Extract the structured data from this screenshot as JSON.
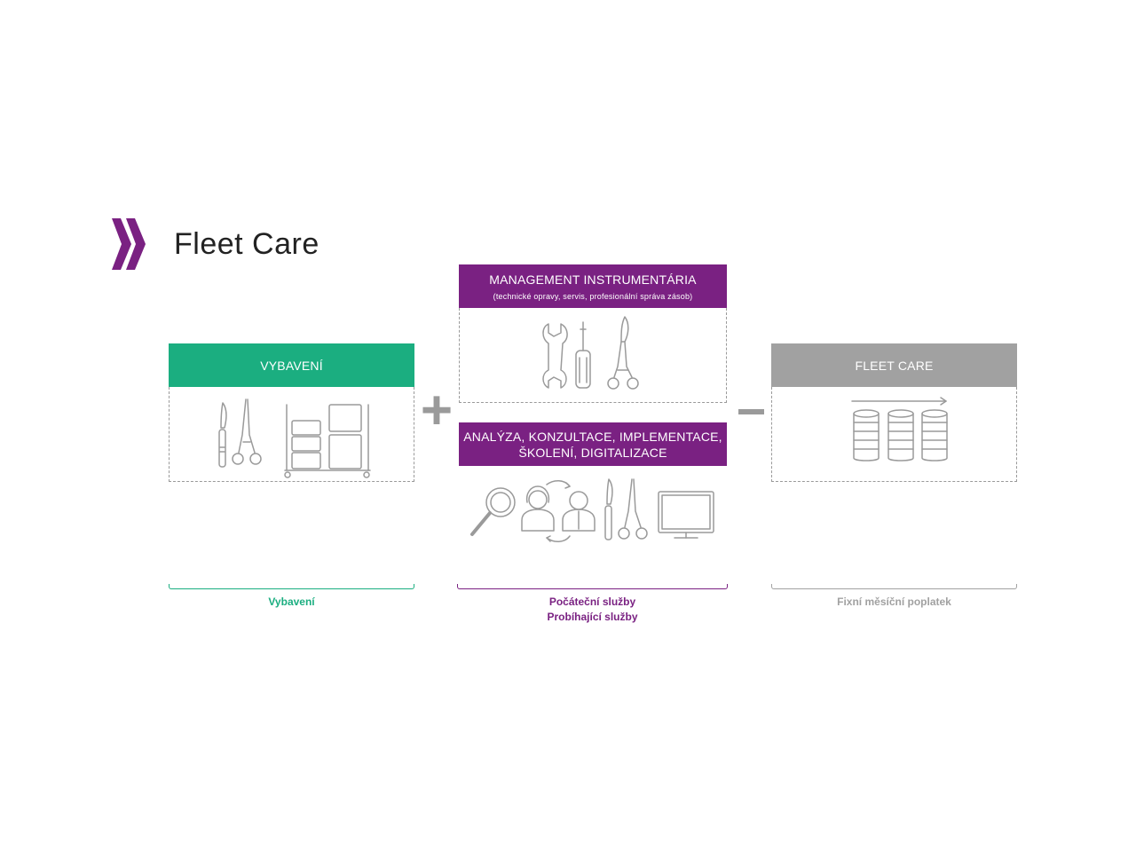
{
  "title": "Fleet Care",
  "colors": {
    "green": "#1bae80",
    "purple": "#7a2182",
    "grey": "#a1a1a1",
    "icon_line": "#9a9a9a"
  },
  "equipment": {
    "header": "VYBAVENÍ",
    "icons": [
      "scalpel-icon",
      "forceps-icon",
      "storage-cart-icon"
    ]
  },
  "management": {
    "header": "MANAGEMENT INSTRUMENTÁRIA",
    "subheader": "(technické opravy, servis, profesionální správa zásob)",
    "icons": [
      "wrench-icon",
      "screwdriver-icon",
      "forceps-icon"
    ]
  },
  "analysis": {
    "header_line1": "ANALÝZA, KONZULTACE, IMPLEMENTACE,",
    "header_line2": "ŠKOLENÍ, DIGITALIZACE",
    "icons": [
      "magnifier-icon",
      "woman-icon",
      "man-icon",
      "scalpel-icon",
      "forceps-icon",
      "monitor-icon"
    ]
  },
  "fleet_care": {
    "header": "FLEET CARE",
    "icons": [
      "arrow-right-icon",
      "coin-stack-icon"
    ]
  },
  "operators": {
    "plus": "+",
    "equals": "−"
  },
  "captions": {
    "equipment": "Vybavení",
    "services_line1": "Počáteční služby",
    "services_line2": "Probíhající služby",
    "fee": "Fixní měsíční poplatek"
  }
}
